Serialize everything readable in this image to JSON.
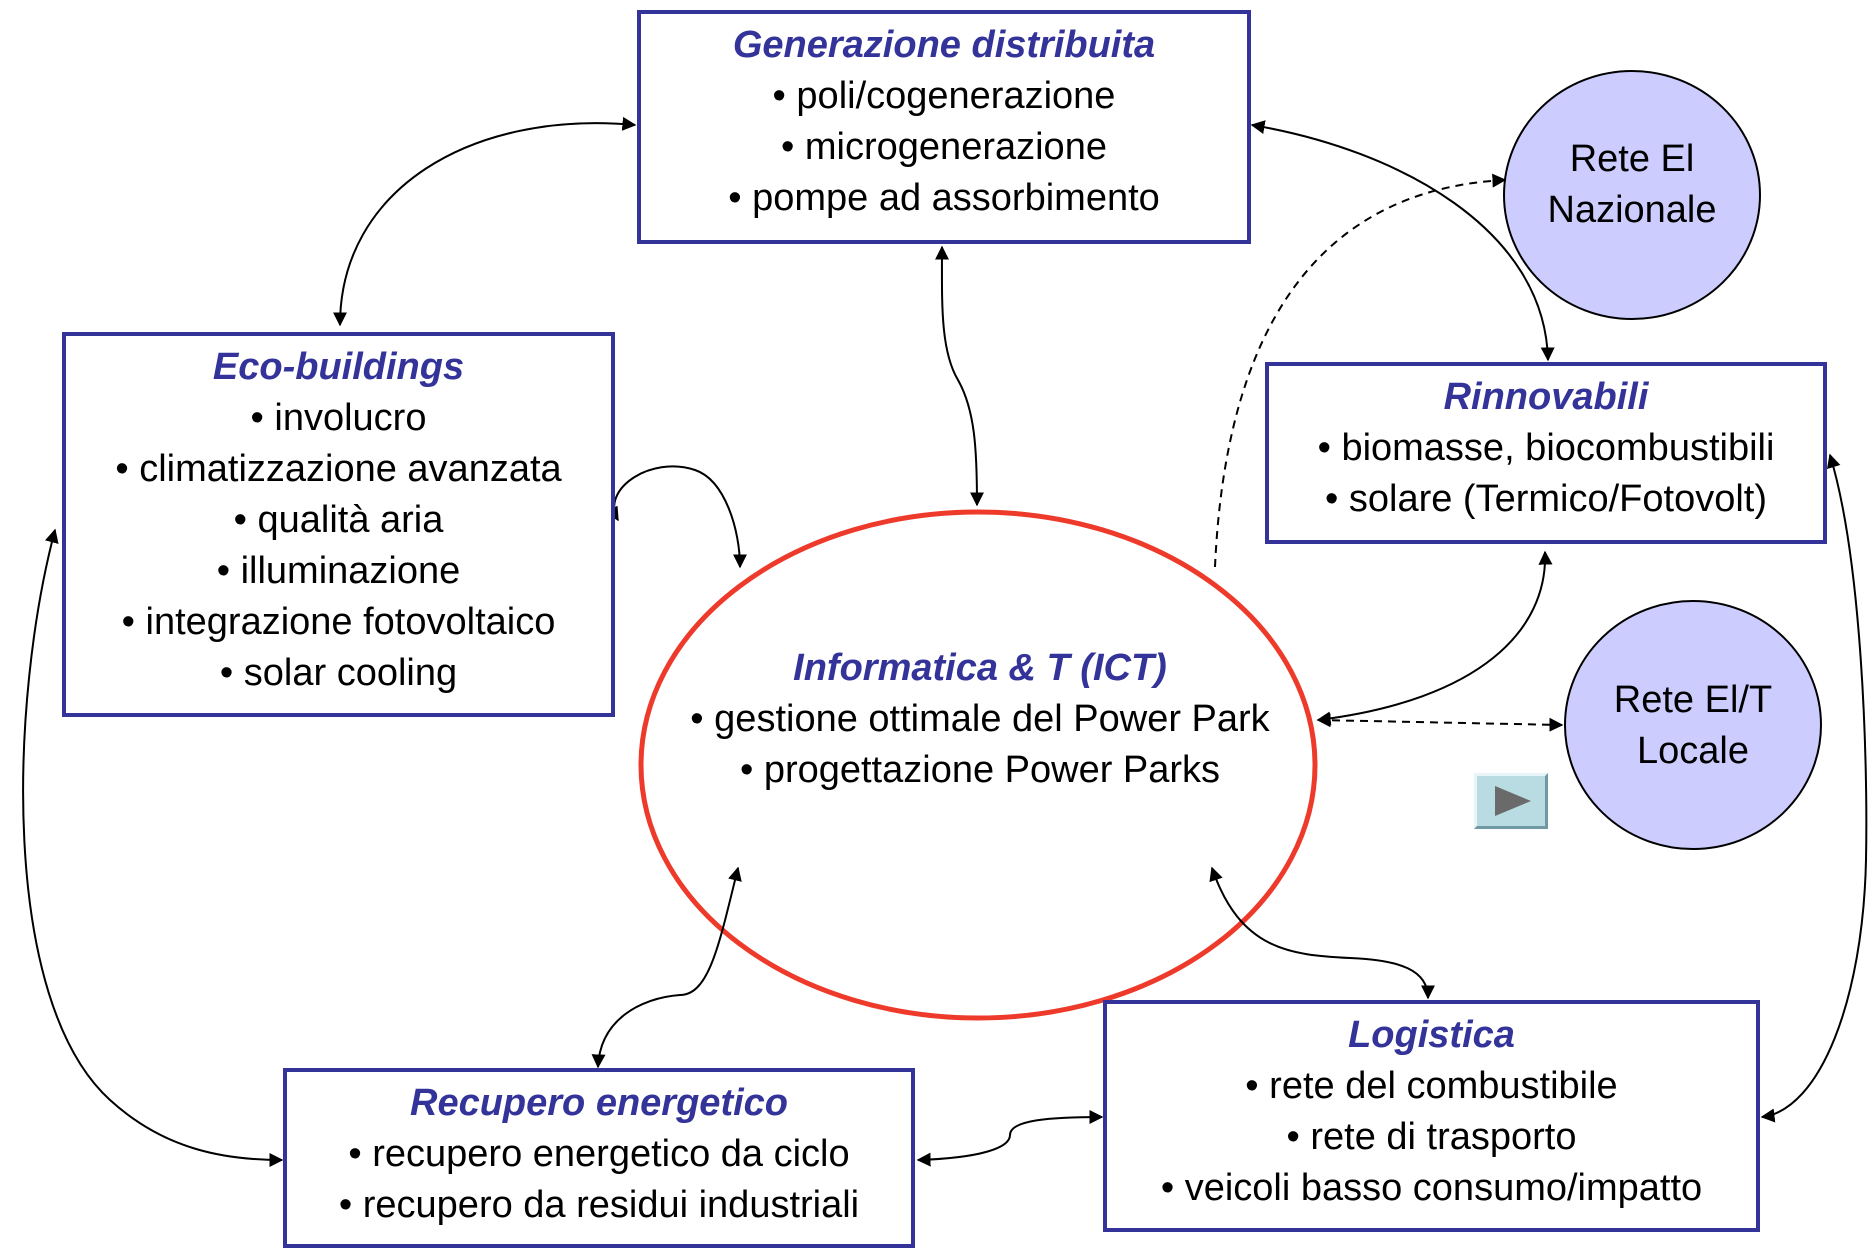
{
  "colors": {
    "box_border": "#333399",
    "title_text": "#333399",
    "center_ellipse_stroke": "#ee3a2a",
    "circle_fill": "#ccccff",
    "connector": "#000000",
    "play_button": "#b9dbe2"
  },
  "boxes": {
    "generazione": {
      "title": "Generazione distribuita",
      "items": [
        "poli/cogenerazione",
        "microgenerazione",
        "pompe ad assorbimento"
      ]
    },
    "eco": {
      "title": "Eco-buildings",
      "items": [
        "involucro",
        "climatizzazione avanzata",
        "qualità aria",
        "illuminazione",
        "integrazione fotovoltaico",
        "solar cooling"
      ]
    },
    "rinnovabili": {
      "title": "Rinnovabili",
      "items": [
        "biomasse, biocombustibili",
        "solare (Termico/Fotovolt)"
      ]
    },
    "recupero": {
      "title": "Recupero energetico",
      "items": [
        "recupero energetico da ciclo",
        "recupero da residui industriali"
      ]
    },
    "logistica": {
      "title": "Logistica",
      "items": [
        "rete del combustibile",
        "rete di trasporto",
        "veicoli basso consumo/impatto"
      ]
    }
  },
  "center": {
    "title": "Informatica & T (ICT)",
    "items": [
      "gestione ottimale del Power Park",
      "progettazione Power Parks"
    ]
  },
  "circles": {
    "nazionale": {
      "line1": "Rete El",
      "line2": "Nazionale"
    },
    "locale": {
      "line1": "Rete El/T",
      "line2": "Locale"
    }
  },
  "play_button": {
    "icon": "play-icon"
  }
}
